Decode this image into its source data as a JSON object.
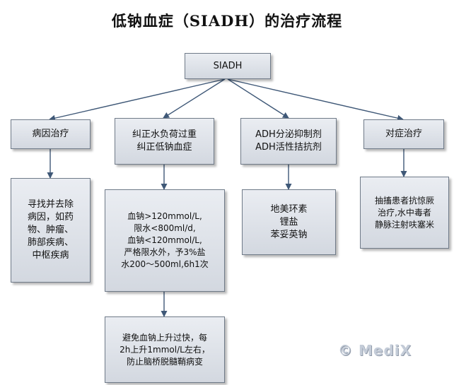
{
  "title": "低钠血症（SIADH）的治疗流程",
  "nodes": {
    "root": "SIADH",
    "cause": "病因治疗",
    "correct": "纠正水负荷过重\n纠正低钠血症",
    "adh": "ADH分泌抑制剂\nADH活性拮抗剂",
    "symptom": "对症治疗",
    "cause_detail": "寻找并去除\n病因，如药\n物、肿瘤、\n肺部疾病、\n中枢疾病",
    "correct_detail": "血钠>120mmol/L,\n限水<800ml/d,\n血钠<120mmol/L,\n严格限水外，予3%盐\n水200～500ml,6h1次",
    "adh_detail": "地美环素\n锂盐\n苯妥英钠",
    "symptom_detail": "抽搐患者抗惊厥\n治疗,水中毒者\n静脉注射呋塞米",
    "correct_warning": "避免血钠上升过快，每\n2h上升1mmol/L左右，\n防止脑桥脱髓鞘病变"
  },
  "watermark": "© MediX",
  "colors": {
    "box_fill_top": "#eaedf2",
    "box_fill_bottom": "#d3d8e0",
    "box_border": "#6f7a88",
    "connector": "#3f5877"
  }
}
